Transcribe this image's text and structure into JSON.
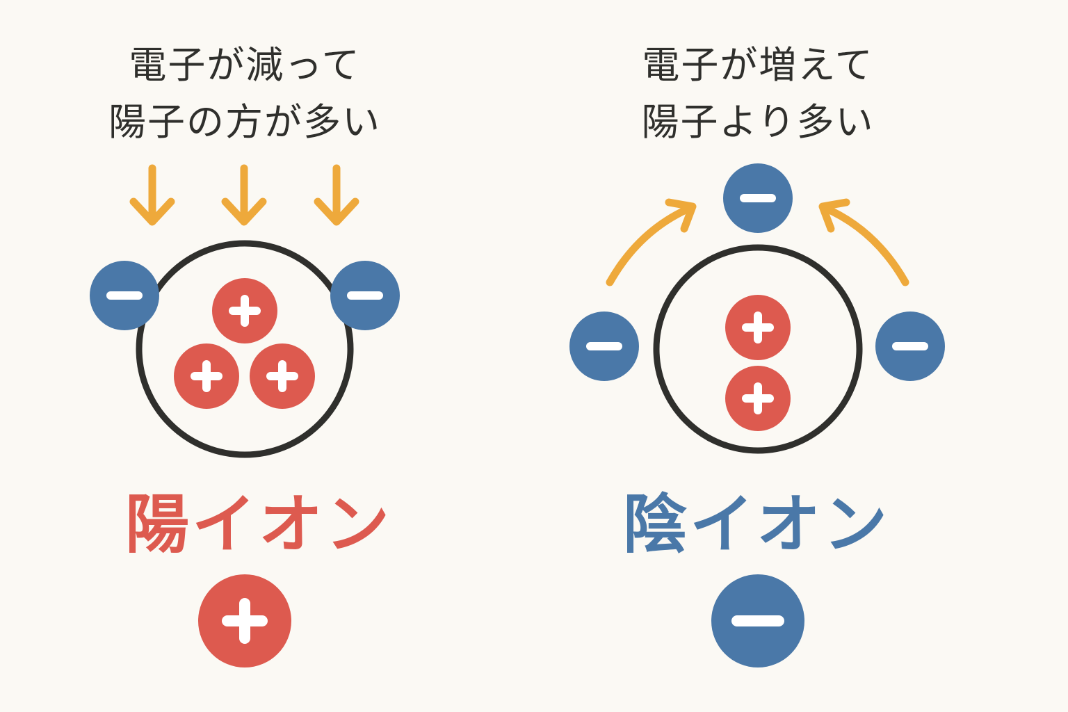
{
  "colors": {
    "background": "#fbf9f4",
    "text": "#2f2f2c",
    "proton": "#dd5a4f",
    "electron": "#4a78a8",
    "arrow": "#eea93b",
    "atom_outline": "#2f2f2c"
  },
  "left": {
    "caption_lines": [
      "電子が減って",
      "陽子の方が多い"
    ],
    "ion_name": "陽イオン",
    "protons_in_nucleus": 3,
    "electrons_shown": 2,
    "net_charge_symbol": "+"
  },
  "right": {
    "caption_lines": [
      "電子が増えて",
      "陽子より多い"
    ],
    "ion_name": "陰イオン",
    "protons_in_nucleus": 2,
    "electrons_shown": 3,
    "net_charge_symbol": "−"
  },
  "icons": {
    "proton": "plus-circle-icon",
    "electron": "minus-circle-icon",
    "arrow": "arrow-icon"
  }
}
